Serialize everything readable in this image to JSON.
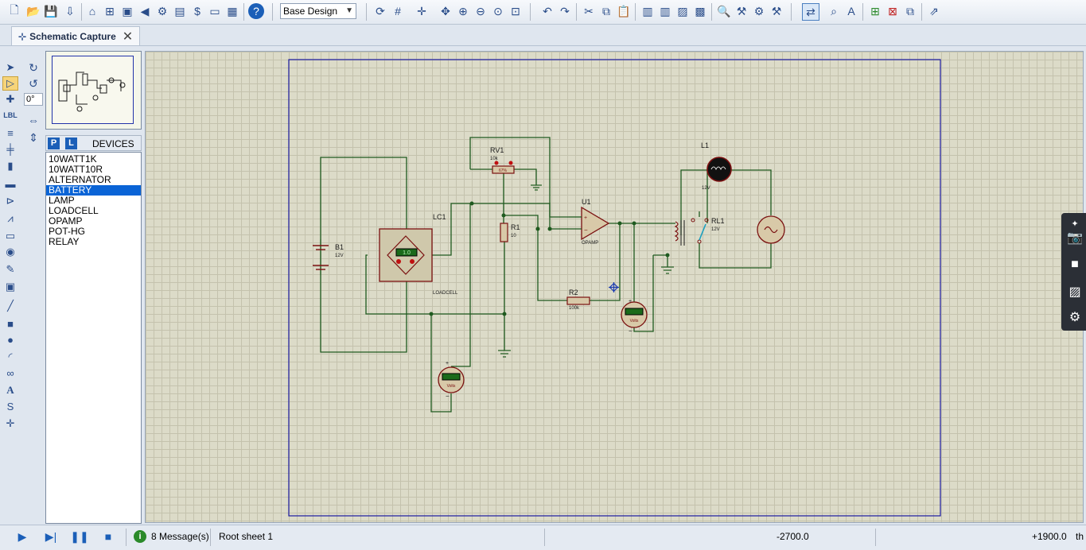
{
  "toolbar": {
    "design_select": "Base Design",
    "icons": [
      "new-file-icon",
      "open-folder-icon",
      "save-icon",
      "import-icon",
      "home-icon",
      "component-mode-icon",
      "pcb-icon",
      "3d-viewer-icon",
      "gerber-icon",
      "bom-icon",
      "design-explorer-icon",
      "notes-icon",
      "help-icon",
      "refresh-icon",
      "grid-icon",
      "origin-icon",
      "pan-icon",
      "zoom-in-icon",
      "zoom-out-icon",
      "zoom-all-icon",
      "zoom-area-icon",
      "undo-icon",
      "redo-icon",
      "cut-icon",
      "copy-icon",
      "paste-icon",
      "block-copy-icon",
      "block-move-icon",
      "block-rotate-icon",
      "block-delete-icon",
      "pick-parts-icon",
      "make-device-icon",
      "packaging-tool-icon",
      "decompose-icon",
      "wire-autorouter-icon",
      "search-icon",
      "property-assignment-icon",
      "new-sheet-icon",
      "delete-sheet-icon",
      "goto-sheet-icon",
      "export-icon"
    ]
  },
  "tab": {
    "label": "Schematic Capture"
  },
  "rotation": {
    "angle": "0°"
  },
  "devices": {
    "p_label": "P",
    "l_label": "L",
    "title": "DEVICES",
    "items": [
      "10WATT1K",
      "10WATT10R",
      "ALTERNATOR",
      "BATTERY",
      "LAMP",
      "LOADCELL",
      "OPAMP",
      "POT-HG",
      "RELAY"
    ],
    "selected": "BATTERY"
  },
  "schematic": {
    "b1": {
      "ref": "B1",
      "value": "12V"
    },
    "lc1": {
      "ref": "LC1",
      "type": "LOADCELL",
      "display": "1.0"
    },
    "rv1": {
      "ref": "RV1",
      "value": "10k",
      "pct": "67%"
    },
    "r1": {
      "ref": "R1",
      "value": "10"
    },
    "u1": {
      "ref": "U1",
      "type": "OPAMP"
    },
    "r2": {
      "ref": "R2",
      "value": "100k"
    },
    "l1": {
      "ref": "L1",
      "value": "12V"
    },
    "rl1": {
      "ref": "RL1",
      "value": "12V"
    },
    "volt_unit": "Volts"
  },
  "status": {
    "messages": "8 Message(s)",
    "sheet": "Root sheet 1",
    "x_coord": "-2700.0",
    "y_coord": "+1900.0",
    "unit": "th"
  }
}
